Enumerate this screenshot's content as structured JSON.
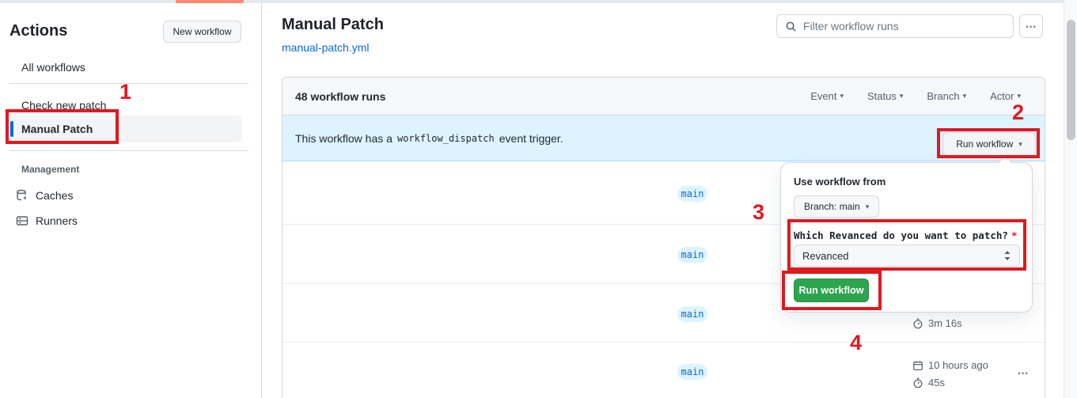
{
  "sidebar": {
    "title": "Actions",
    "new_workflow_button": "New workflow",
    "items": [
      {
        "label": "All workflows",
        "selected": false
      },
      {
        "label": "Check new patch",
        "selected": false
      },
      {
        "label": "Manual Patch",
        "selected": true
      }
    ],
    "management_label": "Management",
    "management_items": [
      {
        "label": "Caches",
        "icon": "cache-icon"
      },
      {
        "label": "Runners",
        "icon": "runners-icon"
      }
    ]
  },
  "header": {
    "title": "Manual Patch",
    "file_link": "manual-patch.yml",
    "filter_placeholder": "Filter workflow runs"
  },
  "icons": {
    "kebab": "⋯",
    "caret_down": "▾"
  },
  "table": {
    "runs_count_label": "48 workflow runs",
    "filters": [
      {
        "label": "Event"
      },
      {
        "label": "Status"
      },
      {
        "label": "Branch"
      },
      {
        "label": "Actor"
      }
    ],
    "banner": {
      "text_before": "This workflow has a",
      "code": "workflow_dispatch",
      "text_after": "event trigger.",
      "run_workflow_label": "Run workflow"
    },
    "rows": [
      {
        "branch": "main",
        "time": "",
        "duration": ""
      },
      {
        "branch": "main",
        "time": "",
        "duration": ""
      },
      {
        "branch": "main",
        "time": "",
        "duration": "3m 16s"
      },
      {
        "branch": "main",
        "time": "10 hours ago",
        "duration": "45s"
      }
    ]
  },
  "run_dialog": {
    "use_workflow_from": "Use workflow from",
    "branch_button": "Branch: main",
    "input_label": "Which Revanced do you want to patch?",
    "required_marker": "*",
    "input_value": "Revanced",
    "run_button": "Run workflow"
  },
  "annotations": {
    "step1": "1",
    "step2": "2",
    "step3": "3",
    "step4": "4"
  },
  "colors": {
    "annotation_red": "#e0191f",
    "green_button": "#2da44e",
    "link_blue": "#0969da",
    "banner_blue": "#ddf4ff",
    "badge_text": "#0969da",
    "header_gray": "#f6f8fa",
    "border_gray": "#d0d7de",
    "top_strip_orange": "#ff8b75"
  }
}
